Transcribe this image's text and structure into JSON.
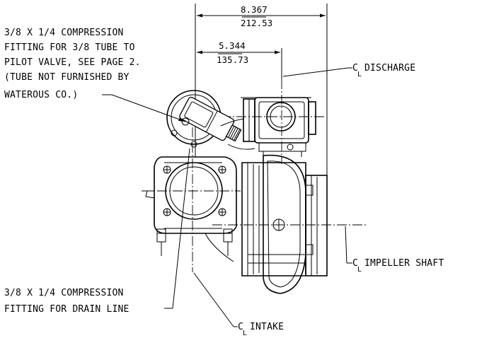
{
  "dimensions": {
    "overall_in": "8.367",
    "overall_mm": "212.53",
    "discharge_in": "5.344",
    "discharge_mm": "135.73"
  },
  "notes": {
    "top_fitting": [
      "3/8 X 1/4 COMPRESSION",
      "FITTING FOR 3/8 TUBE TO",
      "PILOT VALVE, SEE PAGE 2.",
      "(TUBE NOT FURNISHED BY",
      "WATEROUS CO.)"
    ],
    "drain_fitting": [
      "3/8 X 1/4 COMPRESSION",
      "FITTING FOR DRAIN LINE"
    ]
  },
  "centerlines": {
    "symbol": "C",
    "symbol_sub": "L",
    "discharge": "DISCHARGE",
    "impeller_shaft": "IMPELLER SHAFT",
    "intake": "INTAKE"
  }
}
